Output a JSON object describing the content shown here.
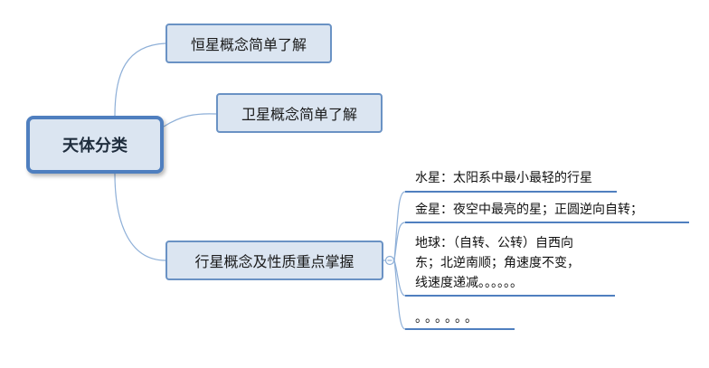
{
  "root": {
    "label": "天体分类"
  },
  "branches": [
    {
      "label": "恒星概念简单了解"
    },
    {
      "label": "卫星概念简单了解"
    },
    {
      "label": "行星概念及性质重点掌握"
    }
  ],
  "leaves": [
    {
      "line1": "水星：太阳系中最小最轻的行星"
    },
    {
      "line1": "金星：夜空中最亮的星；正圆逆向自转；"
    },
    {
      "line1": "地球：（自转、公转）自西向",
      "line2": "东；北逆南顺；角速度不变，",
      "line3": "线速度递减。。。。。。"
    },
    {
      "line1": "。。。。。。"
    }
  ],
  "colors": {
    "node_fill": "#dbe5f1",
    "node_border": "#6a92c4",
    "root_border": "#4f7fbf",
    "connector": "#8fb0d8"
  }
}
